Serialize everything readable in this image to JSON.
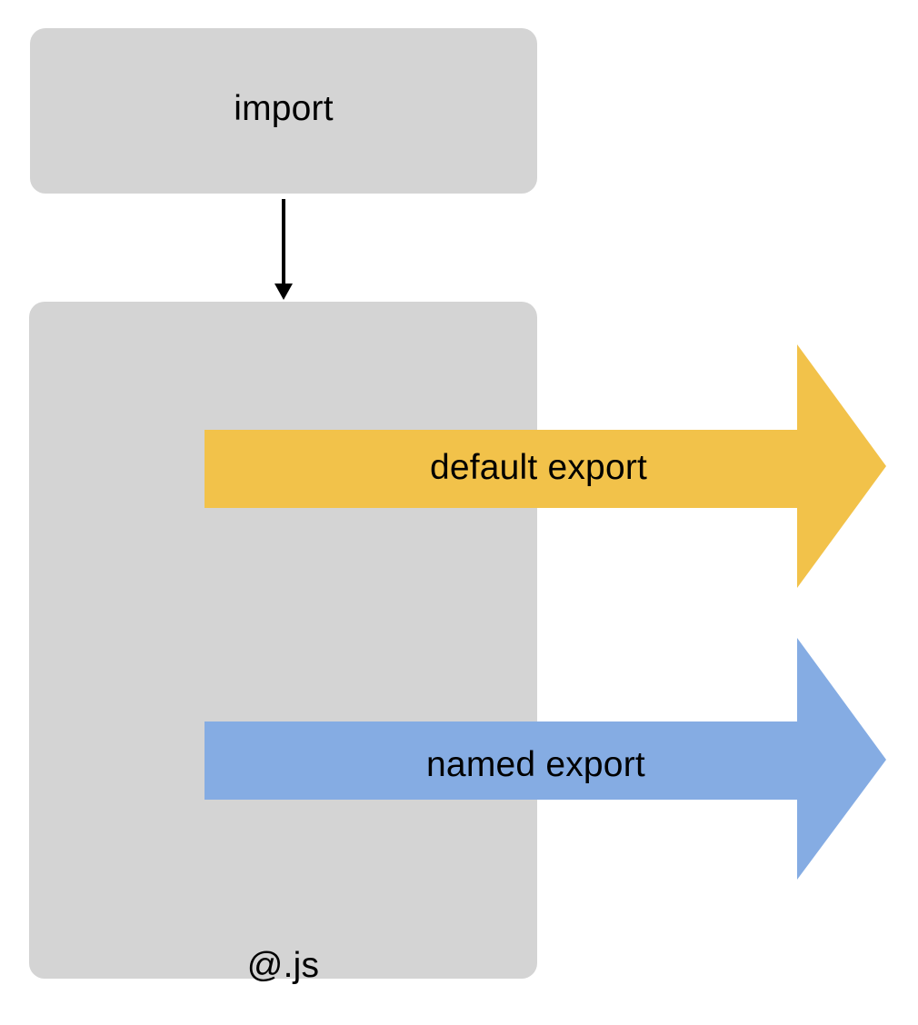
{
  "diagram": {
    "title": "JavaScript module import and export diagram",
    "background_color": "#ffffff",
    "nodes": {
      "import_box": {
        "label": "import",
        "fill": "#d4d4d4",
        "shape": "rounded-rectangle"
      },
      "module_box": {
        "label": "@.js",
        "fill": "#d4d4d4",
        "shape": "rounded-rectangle"
      }
    },
    "connectors": {
      "import_connector": {
        "name": "import-to-module-arrow",
        "color": "#000000",
        "direction": "down"
      }
    },
    "arrows": [
      {
        "label": "default export",
        "fill": "#f2c24a",
        "direction": "right",
        "name": "default-export-arrow"
      },
      {
        "label": "named export",
        "fill": "#85ace3",
        "direction": "right",
        "name": "named-export-arrow"
      }
    ]
  }
}
